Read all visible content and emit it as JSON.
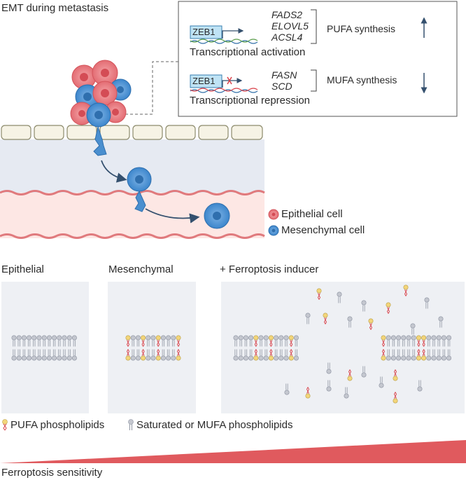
{
  "title": "EMT during metastasis",
  "regulation": {
    "activation": {
      "factor": "ZEB1",
      "genes": [
        "FADS2",
        "ELOVL5",
        "ACSL4"
      ],
      "process": "PUFA synthesis",
      "direction": "up",
      "label": "Transcriptional activation"
    },
    "repression": {
      "factor": "ZEB1",
      "genes": [
        "FASN",
        "SCD"
      ],
      "process": "MUFA synthesis",
      "direction": "down",
      "label": "Transcriptional repression"
    }
  },
  "cell_legend": {
    "epithelial": "Epithelial cell",
    "mesenchymal": "Mesenchymal cell"
  },
  "panels": {
    "epithelial": "Epithelial",
    "mesenchymal": "Mesenchymal",
    "ferroptosis": "+ Ferroptosis inducer"
  },
  "lipid_legend": {
    "pufa": "PUFA phospholipids",
    "sat": "Saturated or MUFA phospholipids"
  },
  "sensitivity_label": "Ferroptosis sensitivity",
  "colors": {
    "epithelial_cell": "#e8747a",
    "mesenchymal_cell": "#4a8fcf",
    "pufa_head": "#f3d57a",
    "pufa_tail": "#d9424a",
    "sat_head": "#c4c7cf",
    "panel_bg": "#eef0f4",
    "vessel_bg": "#fde8e6",
    "stroma_bg": "#e7ebf2",
    "sensitivity_wedge": "#e05a5e",
    "arrow": "#34506e"
  }
}
